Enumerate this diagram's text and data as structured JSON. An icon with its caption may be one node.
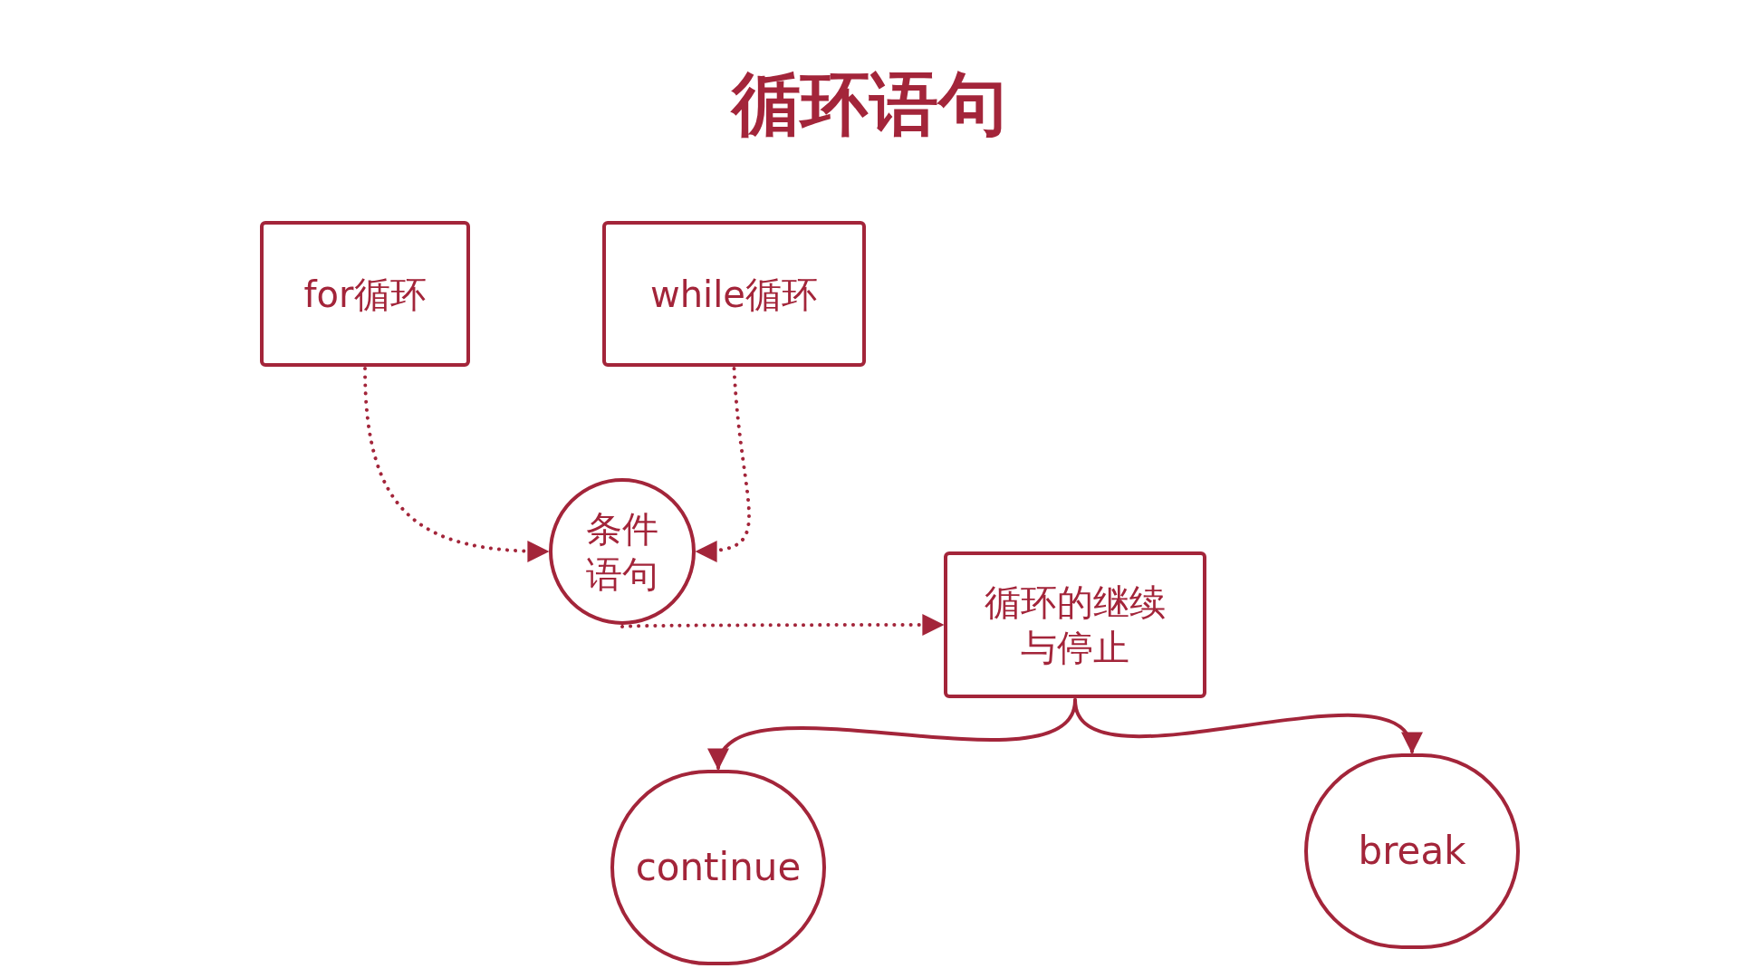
{
  "diagram": {
    "title": "循环语句",
    "nodes": [
      {
        "text": [
          "for循环"
        ]
      },
      {
        "text": [
          "while循环"
        ]
      },
      {
        "text": [
          "条件语句"
        ]
      },
      {
        "text": [
          "循环的继续与停止"
        ]
      },
      {
        "text": [
          "continue"
        ]
      },
      {
        "text": [
          "break"
        ]
      }
    ],
    "edges": [
      {
        "from": 0,
        "to": 2,
        "arrow": "to",
        "style": "dashed"
      },
      {
        "from": 1,
        "to": 2,
        "arrow": "to",
        "style": "dashed"
      },
      {
        "from": 2,
        "to": 3,
        "arrow": "to",
        "style": "dashed"
      },
      {
        "from": 3,
        "to": 4,
        "arrow": "to"
      },
      {
        "from": 3,
        "to": 5,
        "arrow": "to"
      }
    ]
  }
}
